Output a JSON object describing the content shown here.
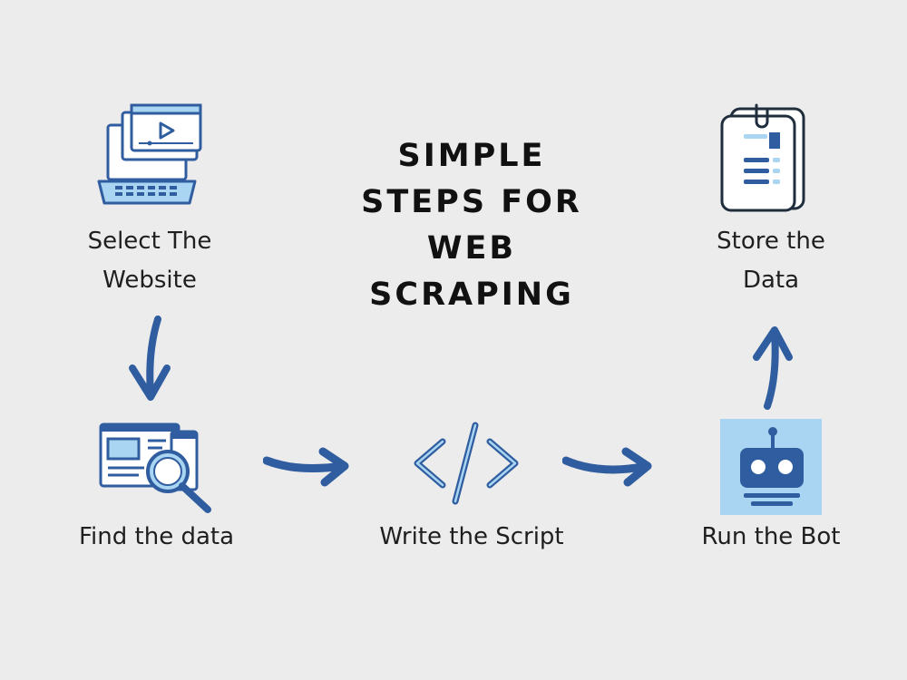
{
  "title": {
    "lines": [
      "SIMPLE",
      "STEPS FOR",
      "WEB",
      "SCRAPING"
    ]
  },
  "steps": [
    {
      "icon": "laptop-browser-icon",
      "lines": [
        "Select The",
        "Website"
      ]
    },
    {
      "icon": "magnifier-document-icon",
      "lines": [
        "Find the data"
      ]
    },
    {
      "icon": "code-icon",
      "lines": [
        "Write the Script"
      ]
    },
    {
      "icon": "robot-icon",
      "lines": [
        "Run the Bot"
      ]
    },
    {
      "icon": "clipboard-data-icon",
      "lines": [
        "Store the",
        "Data"
      ]
    }
  ],
  "colors": {
    "background": "#ececec",
    "primary_blue": "#2f5d9f",
    "light_blue": "#a9d4f2",
    "dark_outline": "#1f2d3d"
  }
}
